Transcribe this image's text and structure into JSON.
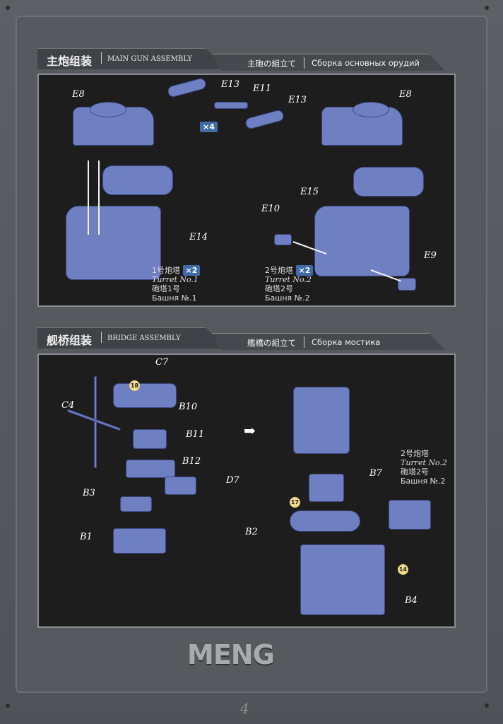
{
  "section1": {
    "title_cn": "主炮组装",
    "title_en": "Main Gun Assembly",
    "title_jp": "主砲の組立て",
    "title_ru": "Сборка основных орудий",
    "labels": {
      "e8a": "E8",
      "e13a": "E13",
      "e11": "E11",
      "e13b": "E13",
      "x4": "×4",
      "e8b": "E8",
      "e14": "E14",
      "e15": "E15",
      "e10": "E10",
      "e9": "E9"
    },
    "turret1": {
      "qty": "×2",
      "cn": "1号炮塔",
      "en": "Turret No.1",
      "jp": "砲塔1号",
      "ru": "Башня №.1"
    },
    "turret2": {
      "qty": "×2",
      "cn": "2号炮塔",
      "en": "Turret No.2",
      "jp": "砲塔2号",
      "ru": "Башня №.2"
    }
  },
  "section2": {
    "title_cn": "舰桥组装",
    "title_en": "Bridge Assembly",
    "title_jp": "艦橋の組立て",
    "title_ru": "Сборка мостика",
    "labels": {
      "c7": "C7",
      "c4": "C4",
      "b10": "B10",
      "b11": "B11",
      "b12": "B12",
      "d7": "D7",
      "b3": "B3",
      "b1": "B1",
      "b7": "B7",
      "b2": "B2",
      "b4": "B4"
    },
    "steps": {
      "s18": "18",
      "s17": "17",
      "s14": "14"
    },
    "turret2": {
      "cn": "2号炮塔",
      "en": "Turret No.2",
      "jp": "砲塔2号",
      "ru": "Башня №.2"
    }
  },
  "brand": "MENG",
  "page_number": "4"
}
